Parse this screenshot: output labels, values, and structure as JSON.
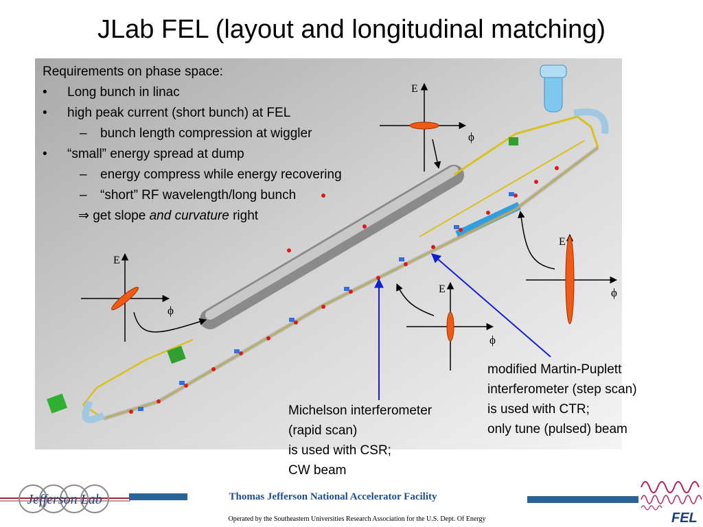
{
  "title": "JLab FEL (layout and longitudinal matching)",
  "requirements": {
    "heading": "Requirements on phase space:",
    "bullet_symbol": "•",
    "dash_symbol": "–",
    "items": [
      "Long bunch in linac",
      "high peak current (short bunch) at FEL",
      "bunch length compression at wiggler",
      "“small” energy spread at dump",
      "energy compress while energy recovering",
      "“short” RF wavelength/long bunch"
    ],
    "implication": {
      "arrow": "⇒",
      "prefix": "get slope",
      "italic": "and curvature",
      "suffix": "right"
    }
  },
  "phase_space_axes": {
    "energy_label": "E",
    "phase_label": "ϕ"
  },
  "notes": {
    "michelson": [
      "Michelson interferometer",
      "(rapid scan)",
      "is used with CSR;",
      "CW beam"
    ],
    "martin_puplett": [
      "modified Martin-Puplett",
      "interferometer (step scan)",
      "is used with CTR;",
      "only tune (pulsed) beam"
    ]
  },
  "footer": {
    "facility": "Thomas Jefferson National Accelerator Facility",
    "operated_by": "Operated by the Southeastern Universities Research Association for the U.S. Dept. Of Energy",
    "jlab_logo_text": "Jefferson Lab",
    "fel_logo_text": "FEL"
  },
  "colors": {
    "ellipse": "#f05a14",
    "pointer_blue": "#1020d0",
    "footer_blue": "#2a6496",
    "facility_text": "#1f4e8c"
  }
}
